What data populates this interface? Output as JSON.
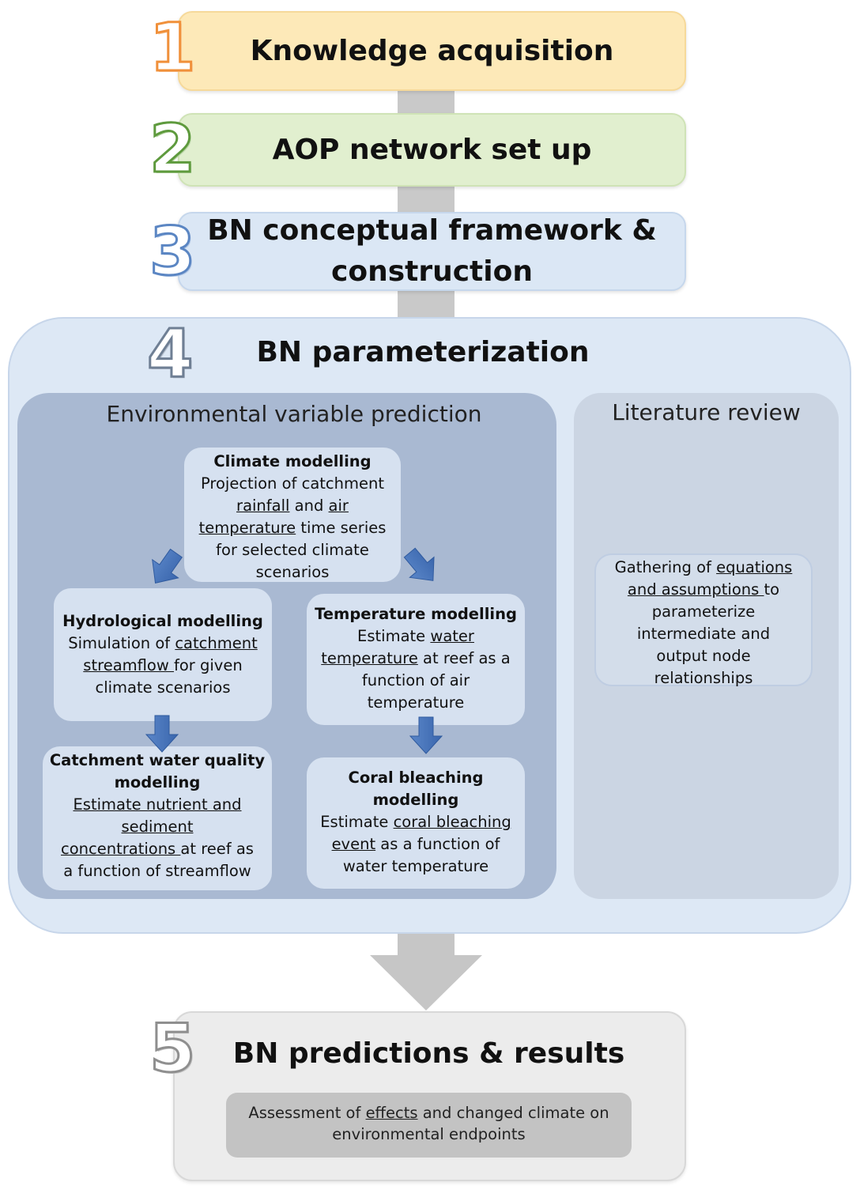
{
  "colors": {
    "step1": "#fde9b8",
    "step2": "#e1efcf",
    "step3": "#dbe7f5",
    "step4": "#dde8f5",
    "env_panel": "#a9b9d2",
    "lit_panel": "#cbd5e3",
    "step5": "#ececec",
    "arrow": "#3f6fb8",
    "connector": "#c9c9c9"
  },
  "steps": {
    "s1": {
      "number": "1",
      "title": "Knowledge acquisition"
    },
    "s2": {
      "number": "2",
      "title": "AOP network set up"
    },
    "s3": {
      "number": "3",
      "title_line1": "BN conceptual framework &",
      "title_line2": "construction"
    },
    "s4": {
      "number": "4",
      "title": "BN parameterization"
    },
    "s5": {
      "number": "5",
      "title": "BN predictions & results"
    }
  },
  "env": {
    "title": "Environmental variable prediction",
    "climate": {
      "title": "Climate modelling",
      "desc1": "Projection of catchment",
      "desc2a": "rainfall",
      "desc2b": " and ",
      "desc2c": "air",
      "desc3a": "temperature",
      "desc3b": " time series",
      "desc4": "for selected climate",
      "desc5": "scenarios"
    },
    "hydro": {
      "title": "Hydrological modelling",
      "desc1a": "Simulation of ",
      "desc1b": "catchment",
      "desc2a": "streamflow ",
      "desc2b": "for given",
      "desc3": "climate scenarios"
    },
    "temp": {
      "title": "Temperature modelling",
      "desc1a": "Estimate ",
      "desc1b": "water",
      "desc2a": "temperature",
      "desc2b": " at reef as a",
      "desc3": "function of air",
      "desc4": "temperature"
    },
    "cwq": {
      "title1": "Catchment water quality",
      "title2": "modelling",
      "desc1": "Estimate nutrient and",
      "desc2": "sediment",
      "desc3a": "concentrations ",
      "desc3b": "at reef as",
      "desc4": "a function of streamflow"
    },
    "coral": {
      "title1": "Coral bleaching",
      "title2": "modelling",
      "desc1a": "Estimate ",
      "desc1b": "coral bleaching",
      "desc2a": "event",
      "desc2b": " as a function of",
      "desc3": "water temperature"
    }
  },
  "lit": {
    "title": "Literature review",
    "desc1a": "Gathering of ",
    "desc1b": "equations",
    "desc2a": "and assumptions ",
    "desc2b": "to",
    "desc3": "parameterize",
    "desc4": "intermediate and",
    "desc5": "output node",
    "desc6": "relationships"
  },
  "results": {
    "desc1a": "Assessment of ",
    "desc1b": "effects",
    "desc1c": " and changed climate on",
    "desc2": "environmental endpoints"
  }
}
